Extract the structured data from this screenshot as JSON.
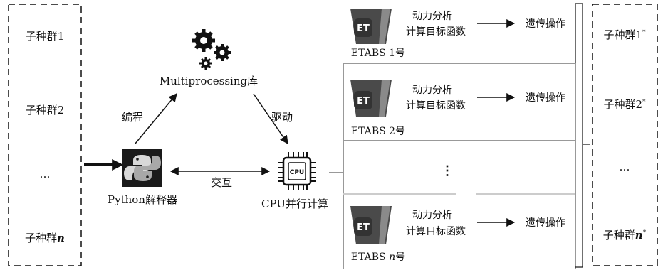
{
  "left_population": {
    "items": [
      "子种群1",
      "子种群2",
      "…",
      "子种群n"
    ]
  },
  "center": {
    "multiprocessing_label": "Multiprocessing库",
    "python_label": "Python解释器",
    "cpu_label": "CPU并行计算",
    "cpu_chip_text": "CPU",
    "edge_programming": "编程",
    "edge_drive": "驱动",
    "edge_interact": "交互"
  },
  "etabs": {
    "icon_text": "ET",
    "analysis_line1": "动力分析",
    "analysis_line2": "计算目标函数",
    "genetic_op": "遗传操作",
    "instances": [
      {
        "label": "ETABS 1号"
      },
      {
        "label": "ETABS 2号"
      },
      {
        "label": "ETABS n号"
      }
    ],
    "vertical_ellipsis": "⋮"
  },
  "right_population": {
    "items": [
      "子种群1*",
      "子种群2*",
      "…",
      "子种群n*"
    ]
  },
  "colors": {
    "line": "#111111",
    "divider": "#999999",
    "divider_light": "#cccccc",
    "python_bg": "#1a1a1a",
    "icon_bg": "#4a4a4a"
  }
}
